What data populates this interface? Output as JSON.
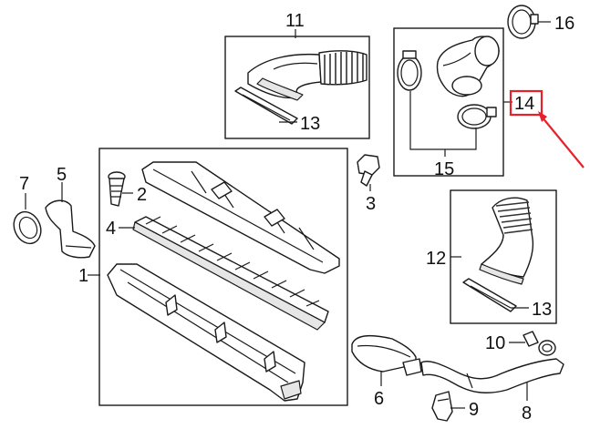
{
  "callouts": [
    {
      "id": "c1",
      "text": "1"
    },
    {
      "id": "c2",
      "text": "2"
    },
    {
      "id": "c3",
      "text": "3"
    },
    {
      "id": "c4",
      "text": "4"
    },
    {
      "id": "c5",
      "text": "5"
    },
    {
      "id": "c6",
      "text": "6"
    },
    {
      "id": "c7",
      "text": "7"
    },
    {
      "id": "c8",
      "text": "8"
    },
    {
      "id": "c9",
      "text": "9"
    },
    {
      "id": "c10",
      "text": "10"
    },
    {
      "id": "c11",
      "text": "11"
    },
    {
      "id": "c12",
      "text": "12"
    },
    {
      "id": "c13a",
      "text": "13"
    },
    {
      "id": "c13b",
      "text": "13"
    },
    {
      "id": "c14",
      "text": "14"
    },
    {
      "id": "c15",
      "text": "15"
    },
    {
      "id": "c16",
      "text": "16"
    }
  ],
  "highlight": {
    "callout": "14",
    "color": "#e8202a"
  },
  "line_color": "#1a1a1a"
}
